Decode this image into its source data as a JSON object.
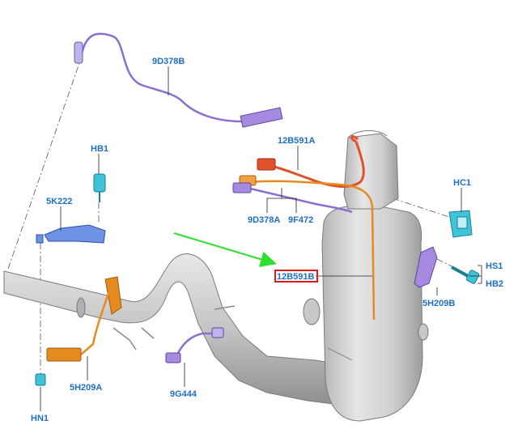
{
  "colors": {
    "label": "#1f6fc4",
    "highlight_box": "#e01919",
    "arrow": "#2fe02f",
    "purple": "#8a6fd1",
    "orange": "#e58a1f",
    "red_orange": "#e0502a",
    "metal": "#c9c9c9",
    "metal_dark": "#9a9a9a",
    "blue_part": "#3d6fd8",
    "teal_part": "#3ec3d8"
  },
  "labels": {
    "p_9d378b": "9D378B",
    "p_12b591a": "12B591A",
    "p_hb1": "HB1",
    "p_5k222": "5K222",
    "p_9d378a": "9D378A",
    "p_9f472": "9F472",
    "p_hc1": "HC1",
    "p_12b591b": "12B591B",
    "p_hs1": "HS1",
    "p_hb2": "HB2",
    "p_5h209b": "5H209B",
    "p_5h209a": "5H209A",
    "p_9g444": "9G444",
    "p_hn1": "HN1"
  },
  "icons": {
    "pointer_arrow": "green-arrow-icon"
  }
}
